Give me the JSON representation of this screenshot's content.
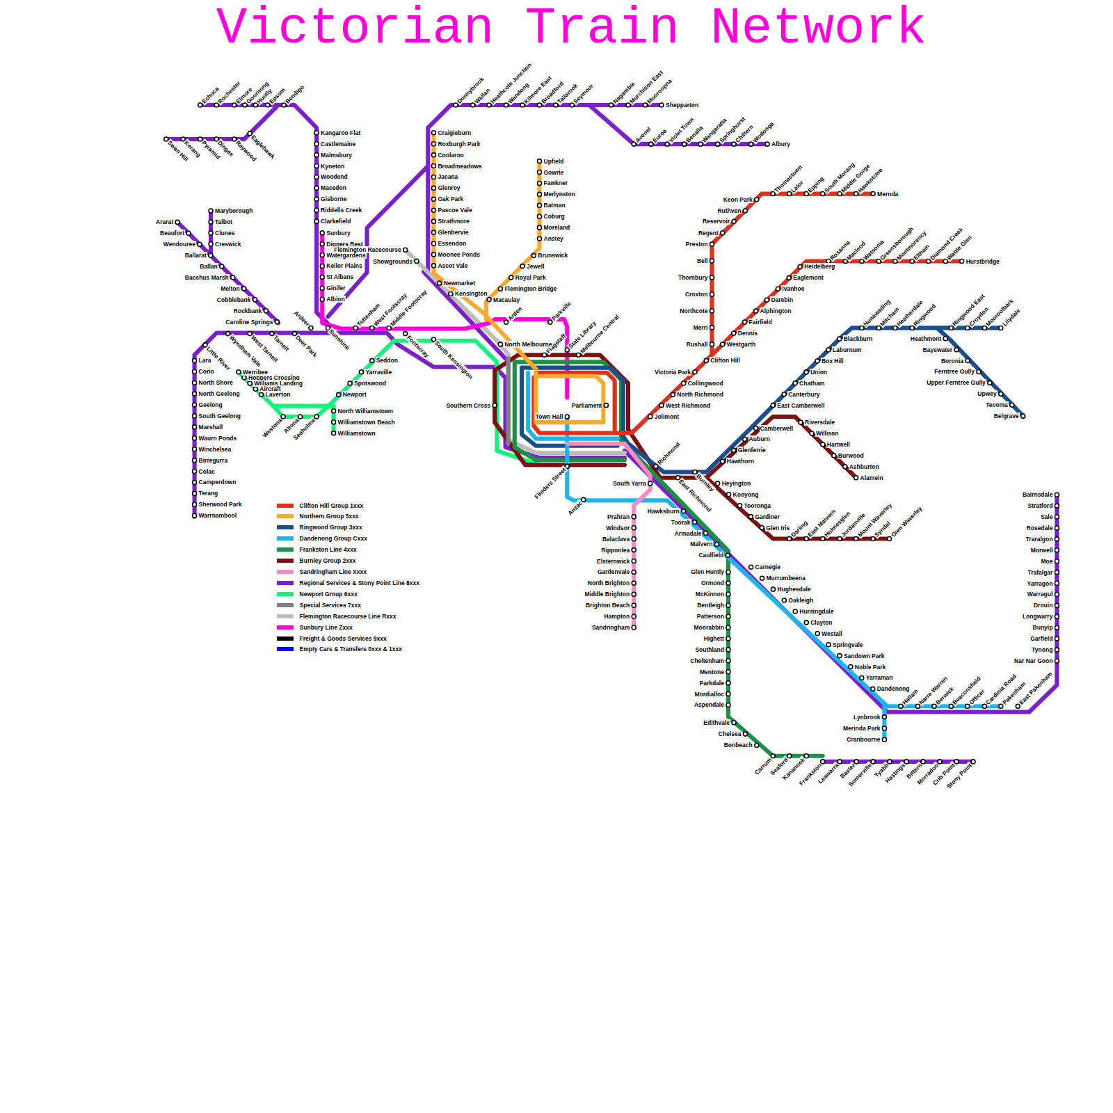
{
  "diagram": {
    "title": "Victorian Train Network",
    "labels": [
      "Echuca",
      "Rochester",
      "Elmore",
      "Goornong",
      "Huntly",
      "Epsom",
      "Bendigo",
      "Swan Hill",
      "Kerang",
      "Pyramid",
      "Dingee",
      "Raywood",
      "Eaglehawk",
      "Kangaroo Flat",
      "Castlemaine",
      "Malmsbury",
      "Kyneton",
      "Woodend",
      "Macedon",
      "Gisborne",
      "Riddells Creek",
      "Clarkefield",
      "Sunbury",
      "Diggers Rest",
      "Watergardens",
      "Keilor Plains",
      "St Albans",
      "Ginifer",
      "Albion",
      "Sunshine",
      "Ararat",
      "Beaufort",
      "Wendouree",
      "Ballarat",
      "Ballan",
      "Bacchus Marsh",
      "Melton",
      "Cobblebank",
      "Rockbank",
      "Caroline Springs",
      "Maryborough",
      "Talbot",
      "Clunes",
      "Creswick",
      "Ardeer",
      "Tarneit",
      "Deer Park",
      "Wyndham Vale",
      "West Tarneit",
      "Little River",
      "Lara",
      "Corio",
      "North Shore",
      "North Geelong",
      "Geelong",
      "South Geelong",
      "Marshall",
      "Waurn Ponds",
      "Winchelsea",
      "Birregurra",
      "Colac",
      "Camperdown",
      "Terang",
      "Sherwood Park",
      "Warrnambool",
      "Werribee",
      "Hoppers Crossing",
      "Williams Landing",
      "Aircraft",
      "Laverton",
      "Westona",
      "Altona",
      "Seaholme",
      "Newport",
      "North Williamstown",
      "Williamstown Beach",
      "Williamstown",
      "Spotswood",
      "Yarraville",
      "Seddon",
      "Tottenham",
      "West Footscray",
      "Middle Footscray",
      "Footscray",
      "South Kensington",
      "Flemington Racecourse",
      "Showgrounds",
      "Craigieburn",
      "Roxburgh Park",
      "Coolaroo",
      "Broadmeadows",
      "Jacana",
      "Glenroy",
      "Oak Park",
      "Pascoe Vale",
      "Strathmore",
      "Glenbervie",
      "Essendon",
      "Moonee Ponds",
      "Ascot Vale",
      "Newmarket",
      "Kensington",
      "Donnybrook",
      "Wallan",
      "Heathcote Junction",
      "Wandong",
      "Kilmore East",
      "Broadford",
      "Tallarook",
      "Seymour",
      "Nagambie",
      "Murchison East",
      "Mooroopna",
      "Shepparton",
      "Avenel",
      "Euroa",
      "Violet Town",
      "Benalla",
      "Wangaratta",
      "Springhurst",
      "Chiltern",
      "Wodonga",
      "Albury",
      "Upfield",
      "Gowrie",
      "Fawkner",
      "Merlynston",
      "Batman",
      "Coburg",
      "Moreland",
      "Anstey",
      "Brunswick",
      "Jewell",
      "Royal Park",
      "Flemington Bridge",
      "Macaulay",
      "Arden",
      "Parkville",
      "Flagstaff",
      "State Library",
      "Melbourne Central",
      "North Melbourne",
      "Southern Cross",
      "Parliament",
      "Town Hall",
      "Flinders Street",
      "Anzac",
      "Richmond",
      "South Yarra",
      "East Richmond",
      "Burnley",
      "Hawksburn",
      "Toorak",
      "Armadale",
      "Malvern",
      "Caulfield",
      "Jolimont",
      "West Richmond",
      "North Richmond",
      "Collingwood",
      "Victoria Park",
      "Clifton Hill",
      "Rushall",
      "Merri",
      "Northcote",
      "Croxton",
      "Thornbury",
      "Bell",
      "Preston",
      "Regent",
      "Reservoir",
      "Ruthven",
      "Keon Park",
      "Thomastown",
      "Lalor",
      "Epping",
      "South Morang",
      "Middle Gorge",
      "Hawkstowe",
      "Mernda",
      "Westgarth",
      "Dennis",
      "Fairfield",
      "Alphington",
      "Darebin",
      "Ivanhoe",
      "Eaglemont",
      "Heidelberg",
      "Rosanna",
      "Macleod",
      "Watsonia",
      "Greensborough",
      "Montmorency",
      "Eltham",
      "Diamond Creek",
      "Wattle Glen",
      "Hurstbridge",
      "Heyington",
      "Kooyong",
      "Tooronga",
      "Gardiner",
      "Glen Iris",
      "Darling",
      "East Malvern",
      "Holmesglen",
      "Jordanville",
      "Mount Waverley",
      "Syndal",
      "Glen Waverley",
      "Hawthorn",
      "Glenferrie",
      "Auburn",
      "Camberwell",
      "East Camberwell",
      "Canterbury",
      "Chatham",
      "Union",
      "Box Hill",
      "Laburnum",
      "Blackburn",
      "Nunawading",
      "Mitcham",
      "Heatherdale",
      "Ringwood",
      "Ringwood East",
      "Croydon",
      "Mooroolbark",
      "Lilydale",
      "Heathmont",
      "Bayswater",
      "Boronia",
      "Ferntree Gully",
      "Upper Ferntree Gully",
      "Upwey",
      "Tecoma",
      "Belgrave",
      "Riversdale",
      "Willison",
      "Hartwell",
      "Burwood",
      "Ashburton",
      "Alamein",
      "Prahran",
      "Windsor",
      "Balaclava",
      "Ripponlea",
      "Elsternwick",
      "Gardenvale",
      "North Brighton",
      "Middle Brighton",
      "Brighton Beach",
      "Hampton",
      "Sandringham",
      "Glen Huntly",
      "Ormond",
      "McKinnon",
      "Bentleigh",
      "Patterson",
      "Moorabbin",
      "Highett",
      "Southland",
      "Cheltenham",
      "Mentone",
      "Parkdale",
      "Mordialloc",
      "Aspendale",
      "Edithvale",
      "Chelsea",
      "Bonbeach",
      "Carrum",
      "Seaford",
      "Kananook",
      "Frankston",
      "Leawarra",
      "Baxter",
      "Somerville",
      "Tyabb",
      "Hastings",
      "Bittern",
      "Morradoo",
      "Crib Point",
      "Stony Point",
      "Carnegie",
      "Murrumbeena",
      "Hughesdale",
      "Oakleigh",
      "Huntingdale",
      "Clayton",
      "Westall",
      "Springvale",
      "Sandown Park",
      "Noble Park",
      "Yarraman",
      "Dandenong",
      "Hallam",
      "Narre Warren",
      "Berwick",
      "Beaconsfield",
      "Officer",
      "Cardinia Road",
      "Pakenham",
      "East Pakenham",
      "Lynbrook",
      "Merinda Park",
      "Cranbourne",
      "Bairnsdale",
      "Stratford",
      "Sale",
      "Rosedale",
      "Traralgon",
      "Morwell",
      "Moe",
      "Trafalgar",
      "Yarragon",
      "Warragul",
      "Drouin",
      "Longwarry",
      "Bunyip",
      "Garfield",
      "Tynong",
      "Nar Nar Goon"
    ],
    "legend": [
      {
        "text": "Clifton Hill Group 1xxx",
        "color": "#e0301e"
      },
      {
        "text": "Northern Group 5xxx",
        "color": "#f8aa2e"
      },
      {
        "text": "Ringwood Group 3xxx",
        "color": "#1b4f8b"
      },
      {
        "text": "Dandenong Group Cxxx",
        "color": "#1fb4ea"
      },
      {
        "text": "Frankston Line 4xxx",
        "color": "#1b9146"
      },
      {
        "text": "Burnley Group 2xxx",
        "color": "#7a1010"
      },
      {
        "text": "Sandringham Line Xxxx",
        "color": "#f38cc0"
      },
      {
        "text": "Regional Services & Stony Point Line 8xxx",
        "color": "#7a1fcc"
      },
      {
        "text": "Newport Group 6xxx",
        "color": "#14f27a"
      },
      {
        "text": "Special Services 7xxx",
        "color": "#808080"
      },
      {
        "text": "Flemington Racecourse Line Rxxx",
        "color": "#bdbdbd"
      },
      {
        "text": "Sunbury Line Zxxx",
        "color": "#ff00dd"
      },
      {
        "text": "Freight & Goods Services 9xxx",
        "color": "#000000"
      },
      {
        "text": "Empty Cars & Transfers 0xxx & 1xxx",
        "color": "#0000ff"
      }
    ]
  }
}
